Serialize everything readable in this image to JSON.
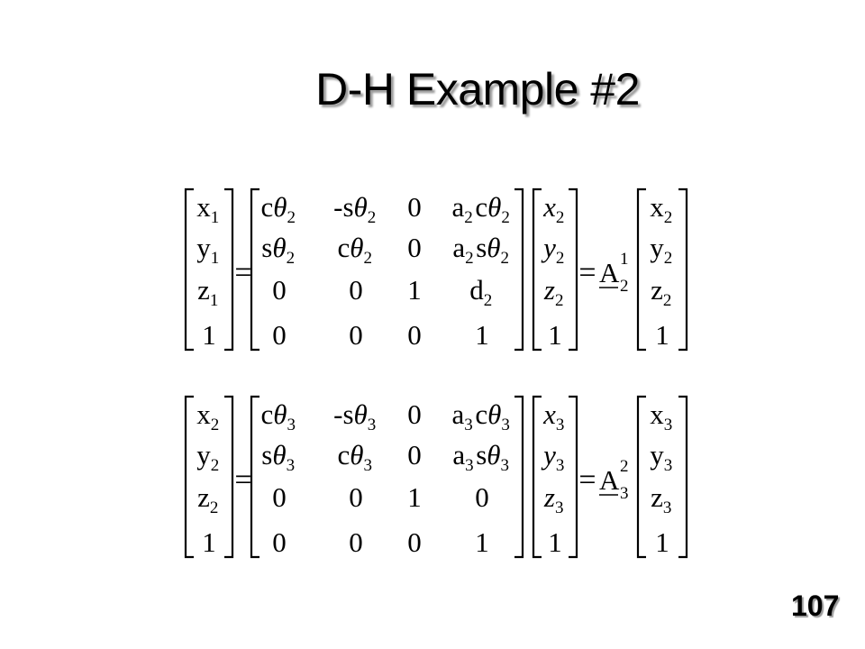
{
  "slide": {
    "title": "D-H Example #2",
    "page_number": "107"
  },
  "equations": [
    {
      "lhs": [
        [
          {
            "t": "x",
            "s": "1"
          }
        ],
        [
          {
            "t": "y",
            "s": "1"
          }
        ],
        [
          {
            "t": "z",
            "s": "1"
          }
        ],
        [
          {
            "t": "1"
          }
        ]
      ],
      "matrix": [
        [
          [
            {
              "t": "c"
            },
            {
              "t": "θ",
              "i": true,
              "s": "2"
            }
          ],
          [
            {
              "t": "-s"
            },
            {
              "t": "θ",
              "i": true,
              "s": "2"
            }
          ],
          [
            {
              "t": "0"
            }
          ],
          [
            {
              "t": "a",
              "s": "2"
            },
            {
              "t": "c"
            },
            {
              "t": "θ",
              "i": true,
              "s": "2"
            }
          ]
        ],
        [
          [
            {
              "t": "s"
            },
            {
              "t": "θ",
              "i": true,
              "s": "2"
            }
          ],
          [
            {
              "t": "c"
            },
            {
              "t": "θ",
              "i": true,
              "s": "2"
            }
          ],
          [
            {
              "t": "0"
            }
          ],
          [
            {
              "t": "a",
              "s": "2"
            },
            {
              "t": "s"
            },
            {
              "t": "θ",
              "i": true,
              "s": "2"
            }
          ]
        ],
        [
          [
            {
              "t": "0"
            }
          ],
          [
            {
              "t": "0"
            }
          ],
          [
            {
              "t": "1"
            }
          ],
          [
            {
              "t": "d",
              "s": "2"
            }
          ]
        ],
        [
          [
            {
              "t": "0"
            }
          ],
          [
            {
              "t": "0"
            }
          ],
          [
            {
              "t": "0"
            }
          ],
          [
            {
              "t": "1"
            }
          ]
        ]
      ],
      "vec": [
        [
          {
            "t": "x",
            "i": true,
            "s": "2"
          }
        ],
        [
          {
            "t": "y",
            "i": true,
            "s": "2"
          }
        ],
        [
          {
            "t": "z",
            "i": true,
            "s": "2"
          }
        ],
        [
          {
            "t": "1"
          }
        ]
      ],
      "equals": "=",
      "transform": {
        "letter": "A",
        "sup": "1",
        "sub": "2"
      },
      "rhs": [
        [
          {
            "t": "x",
            "s": "2"
          }
        ],
        [
          {
            "t": "y",
            "s": "2"
          }
        ],
        [
          {
            "t": "z",
            "s": "2"
          }
        ],
        [
          {
            "t": "1"
          }
        ]
      ]
    },
    {
      "lhs": [
        [
          {
            "t": "x",
            "s": "2"
          }
        ],
        [
          {
            "t": "y",
            "s": "2"
          }
        ],
        [
          {
            "t": "z",
            "s": "2"
          }
        ],
        [
          {
            "t": "1"
          }
        ]
      ],
      "matrix": [
        [
          [
            {
              "t": "c"
            },
            {
              "t": "θ",
              "i": true,
              "s": "3"
            }
          ],
          [
            {
              "t": "-s"
            },
            {
              "t": "θ",
              "i": true,
              "s": "3"
            }
          ],
          [
            {
              "t": "0"
            }
          ],
          [
            {
              "t": "a",
              "s": "3"
            },
            {
              "t": "c"
            },
            {
              "t": "θ",
              "i": true,
              "s": "3"
            }
          ]
        ],
        [
          [
            {
              "t": "s"
            },
            {
              "t": "θ",
              "i": true,
              "s": "3"
            }
          ],
          [
            {
              "t": "c"
            },
            {
              "t": "θ",
              "i": true,
              "s": "3"
            }
          ],
          [
            {
              "t": "0"
            }
          ],
          [
            {
              "t": "a",
              "s": "3"
            },
            {
              "t": "s"
            },
            {
              "t": "θ",
              "i": true,
              "s": "3"
            }
          ]
        ],
        [
          [
            {
              "t": "0"
            }
          ],
          [
            {
              "t": "0"
            }
          ],
          [
            {
              "t": "1"
            }
          ],
          [
            {
              "t": "0"
            }
          ]
        ],
        [
          [
            {
              "t": "0"
            }
          ],
          [
            {
              "t": "0"
            }
          ],
          [
            {
              "t": "0"
            }
          ],
          [
            {
              "t": "1"
            }
          ]
        ]
      ],
      "vec": [
        [
          {
            "t": "x",
            "i": true,
            "s": "3"
          }
        ],
        [
          {
            "t": "y",
            "i": true,
            "s": "3"
          }
        ],
        [
          {
            "t": "z",
            "i": true,
            "s": "3"
          }
        ],
        [
          {
            "t": "1"
          }
        ]
      ],
      "equals": "=",
      "transform": {
        "letter": "A",
        "sup": "2",
        "sub": "3"
      },
      "rhs": [
        [
          {
            "t": "x",
            "s": "3"
          }
        ],
        [
          {
            "t": "y",
            "s": "3"
          }
        ],
        [
          {
            "t": "z",
            "s": "3"
          }
        ],
        [
          {
            "t": "1"
          }
        ]
      ]
    }
  ]
}
